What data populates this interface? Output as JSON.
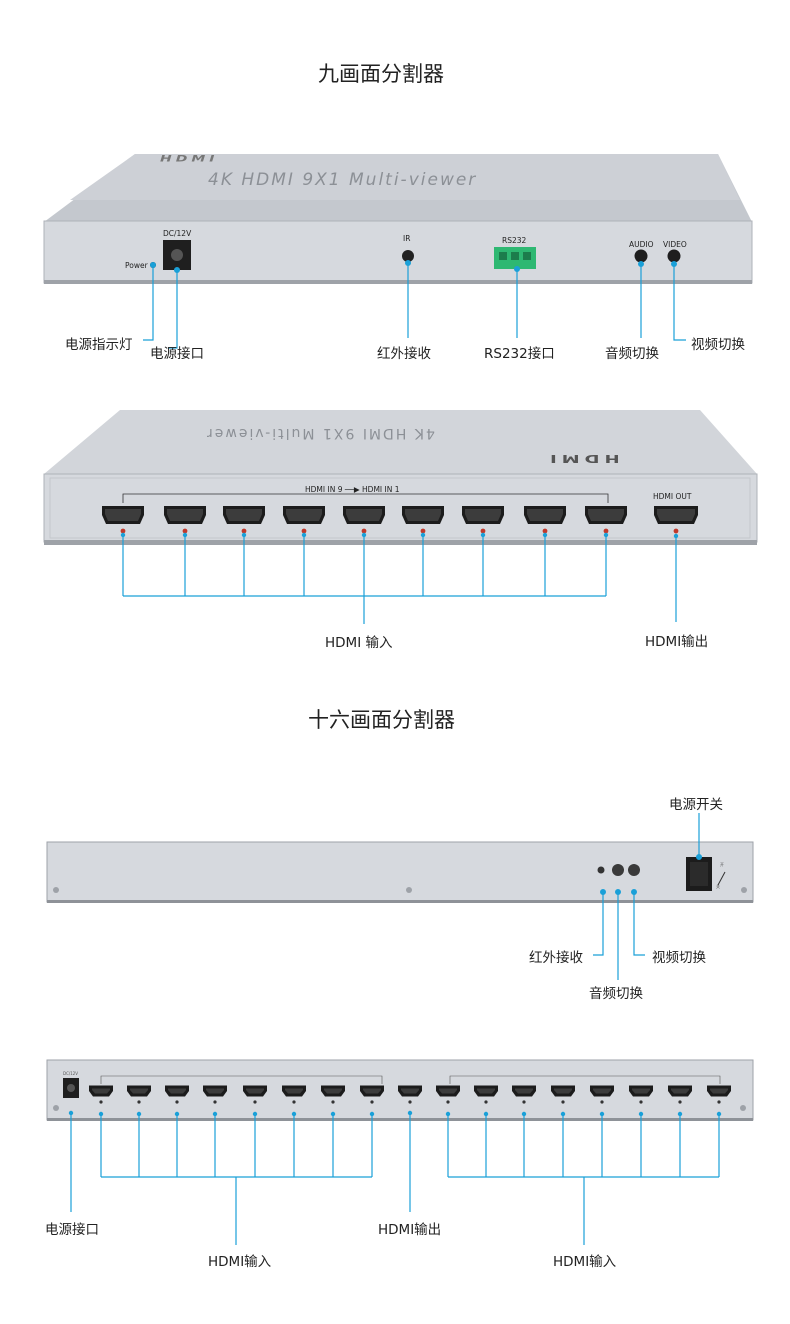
{
  "section1": {
    "title": "九画面分割器",
    "device_top_text": "4K HDMI 9X1 Multi-viewer",
    "logo": "HDMI",
    "panel_labels": {
      "dc": "DC/12V",
      "power": "Power",
      "ir": "IR",
      "rs232": "RS232",
      "audio": "AUDIO",
      "video": "VIDEO"
    },
    "callouts": {
      "power_indicator": "电源指示灯",
      "power_port": "电源接口",
      "ir_receiver": "红外接收",
      "rs232_port": "RS232接口",
      "audio_switch": "音频切换",
      "video_switch": "视频切换"
    }
  },
  "section2": {
    "panel_labels": {
      "hdmi_in_range_start": "HDMI IN 9",
      "hdmi_in_range_end": "HDMI IN 1",
      "hdmi_out": "HDMI OUT"
    },
    "callouts": {
      "hdmi_input": "HDMI 输入",
      "hdmi_output": "HDMI输出"
    }
  },
  "section3": {
    "title": "十六画面分割器",
    "switch_marks": {
      "on": "开",
      "off": "关"
    },
    "callouts": {
      "power_switch": "电源开关",
      "ir_receiver": "红外接收",
      "audio_switch": "音频切换",
      "video_switch": "视频切换"
    }
  },
  "section4": {
    "panel_labels": {
      "dc": "DC/12V"
    },
    "callouts": {
      "power_port": "电源接口",
      "hdmi_output": "HDMI输出",
      "hdmi_input_left": "HDMI输入",
      "hdmi_input_right": "HDMI输入"
    }
  },
  "colors": {
    "leader_line": "#1aa0d8",
    "panel": "#d3d6dc",
    "panel_dark": "#b9bcc2",
    "led": "#c0392b",
    "terminal_green": "#2eb872"
  }
}
